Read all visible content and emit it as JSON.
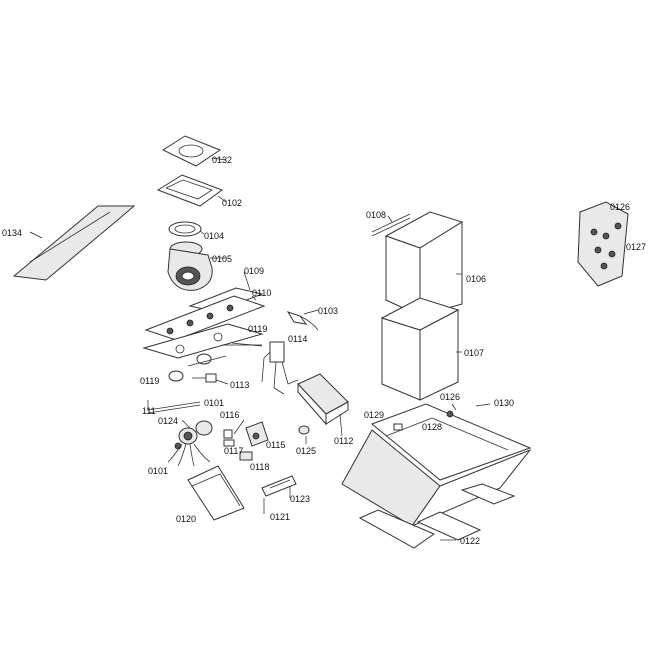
{
  "diagram": {
    "part_labels": [
      "0132",
      "0102",
      "0104",
      "0105",
      "0109",
      "0110",
      "0103",
      "0119",
      "0114",
      "0119",
      "0113",
      "111",
      "0101",
      "0124",
      "0116",
      "0117",
      "0118",
      "0115",
      "0125",
      "0112",
      "0101",
      "0120",
      "0121",
      "0123",
      "0134",
      "0108",
      "0106",
      "0107",
      "0129",
      "0128",
      "0126",
      "0130",
      "0122",
      "0126",
      "0127"
    ]
  }
}
